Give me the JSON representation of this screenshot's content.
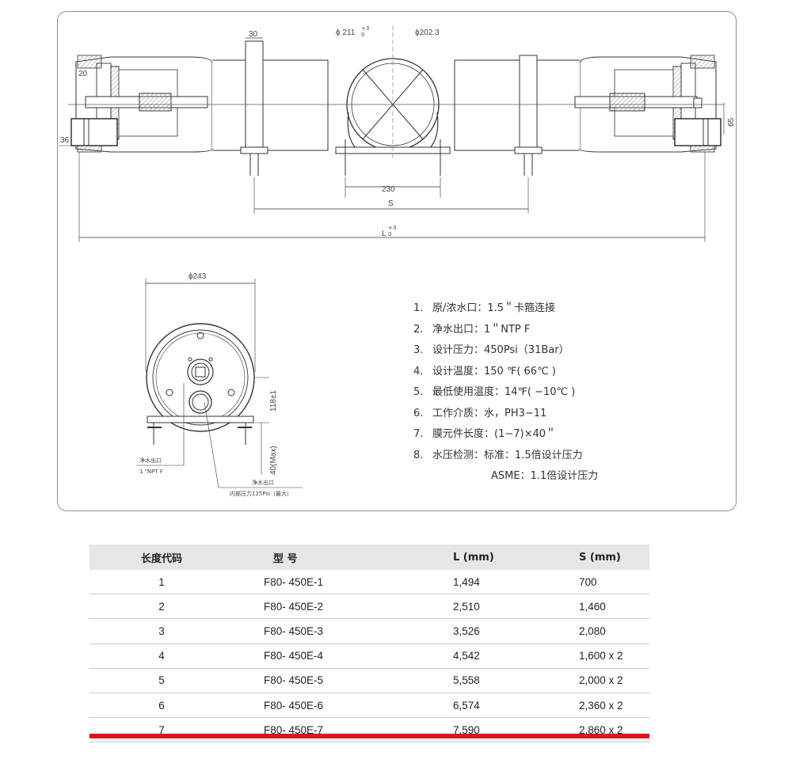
{
  "drawing": {
    "dims": {
      "d30": "30",
      "d211": "ϕ 211",
      "d211_tol_upper": "+3",
      "d211_tol_lower": "0",
      "d202": "ϕ202.3",
      "d20": "20",
      "d36": "36",
      "d65": "65",
      "d230": "230",
      "dS": "S",
      "dL": "L",
      "dL_tol_upper": "+3",
      "dL_tol_lower": "0",
      "d243": "ϕ243",
      "d118": "118±1",
      "d40max": "40(Max)"
    },
    "callouts": {
      "permeate_outlet_cn": "净水出口",
      "permeate_outlet_npt": "1 \"NPT F",
      "permeate_outlet2_cn": "净水出口",
      "internal_pressure": "内部压力125Psi（最大）"
    }
  },
  "specs": [
    {
      "num": "1.",
      "text": "原/浓水口：1.5＂卡箍连接"
    },
    {
      "num": "2.",
      "text": "净水出口：1＂NTP F"
    },
    {
      "num": "3.",
      "text": "设计压力：450Psi（31Bar）"
    },
    {
      "num": "4.",
      "text": "设计温度：150 ℉( 66℃ )"
    },
    {
      "num": "5.",
      "text": "最低使用温度：14℉( −10℃ )"
    },
    {
      "num": "6.",
      "text": "工作介质：水，PH3−11"
    },
    {
      "num": "7.",
      "text": "膜元件长度：(1−7)×40＂"
    },
    {
      "num": "8.",
      "text": "水压检测：标准：1.5倍设计压力"
    }
  ],
  "specs_continuation": "ASME：1.1倍设计压力",
  "table": {
    "headers": [
      "长度代码",
      "型  号",
      "L (mm)",
      "S (mm)"
    ],
    "rows": [
      [
        "1",
        "F80- 450E-1",
        "1,494",
        "700"
      ],
      [
        "2",
        "F80- 450E-2",
        "2,510",
        "1,460"
      ],
      [
        "3",
        "F80- 450E-3",
        "3,526",
        "2,080"
      ],
      [
        "4",
        "F80- 450E-4",
        "4,542",
        "1,600 x 2"
      ],
      [
        "5",
        "F80- 450E-5",
        "5,558",
        "2,000 x 2"
      ],
      [
        "6",
        "F80- 450E-6",
        "6,574",
        "2,360 x 2"
      ],
      [
        "7",
        "F80- 450E-7",
        "7,590",
        "2,860 x 2"
      ]
    ]
  },
  "colors": {
    "accent_bar": "#d9151f",
    "header_bg": "#e6e6e6",
    "panel_border": "#8f8f8f"
  }
}
